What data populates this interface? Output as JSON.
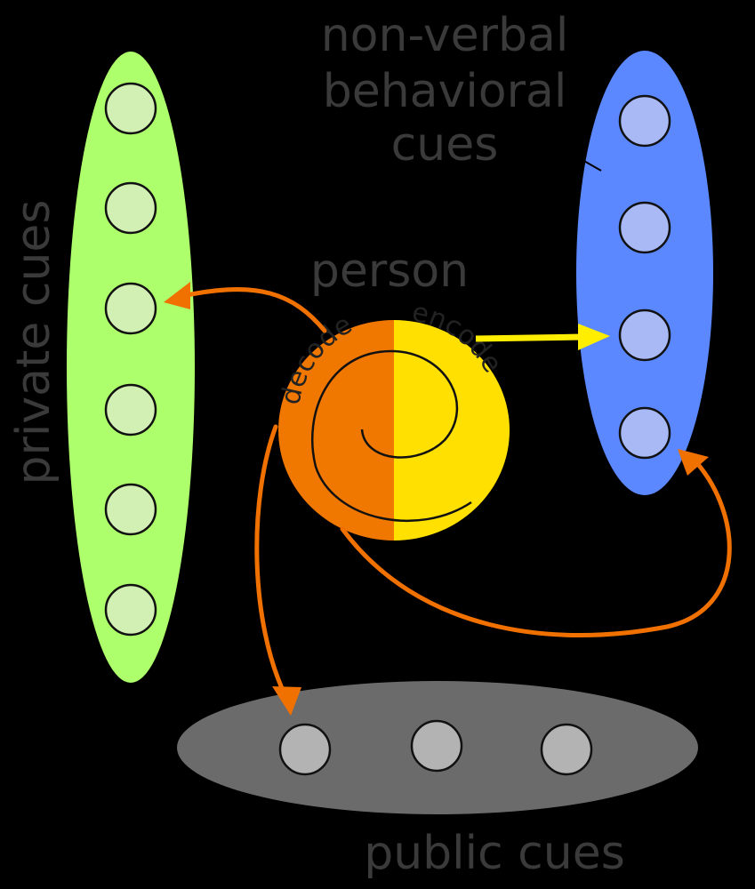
{
  "labels": {
    "top_line1": "non-verbal",
    "top_line2": "behavioral",
    "top_line3": "cues",
    "person": "person",
    "private": "private cues",
    "public": "public cues",
    "decode": "decode",
    "encode": "encode"
  },
  "groups": {
    "private_cues": {
      "fill": "#adff6b",
      "node_fill": "#d2f0b4",
      "node_count": 6
    },
    "behavioral_cues": {
      "fill": "#5b88ff",
      "node_fill": "#a9b9f5",
      "node_count": 4
    },
    "public_cues": {
      "fill": "#6b6b6b",
      "node_fill": "#b3b3b3",
      "node_count": 3
    }
  },
  "colors": {
    "background": "#000000",
    "decode": "#f07800",
    "encode": "#ffe000",
    "arrow_orange": "#f07000",
    "arrow_yellow": "#ffee00",
    "label_text": "#3a3a3a"
  }
}
